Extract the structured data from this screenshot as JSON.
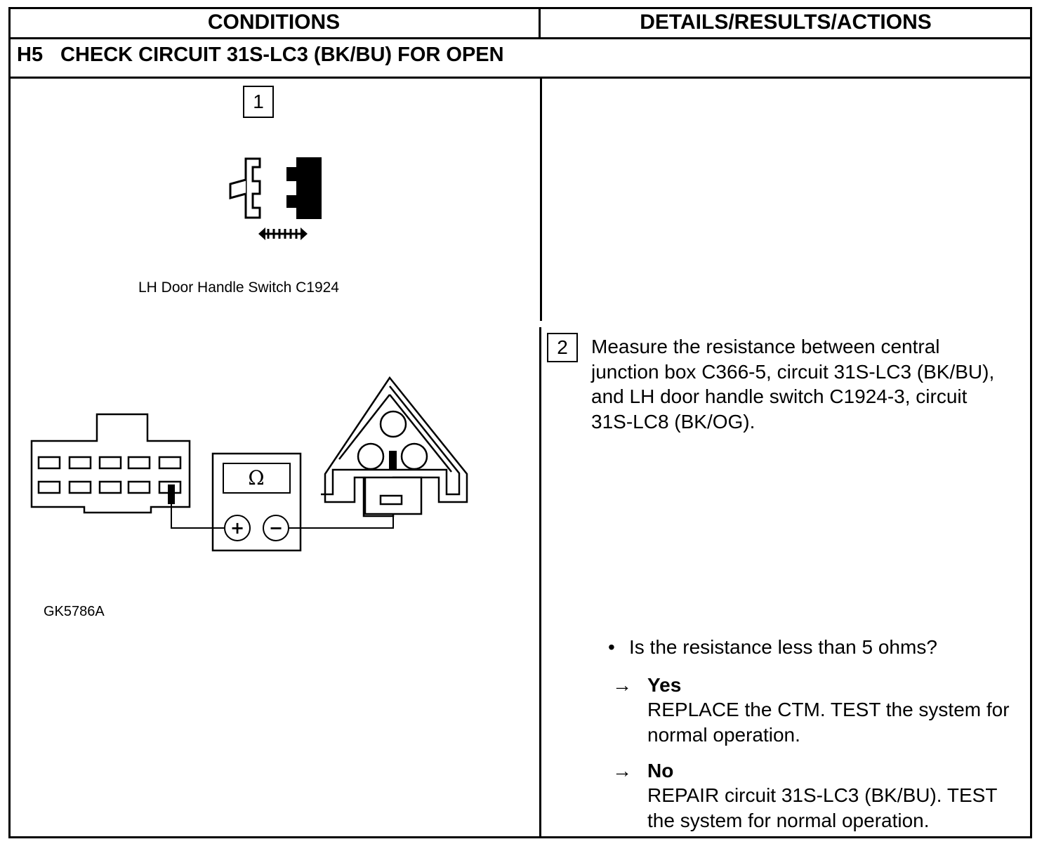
{
  "table": {
    "header_left": "CONDITIONS",
    "header_right": "DETAILS/RESULTS/ACTIONS"
  },
  "step": {
    "number": "H5",
    "title": "CHECK CIRCUIT 31S-LC3 (BK/BU) FOR OPEN"
  },
  "substep1": {
    "number": "1",
    "caption": "LH Door Handle Switch C1924"
  },
  "substep2": {
    "number": "2",
    "instruction": "Measure the resistance between central junction box C366-5, circuit 31S-LC3 (BK/BU), and LH door handle switch C1924-3, circuit 31S-LC8 (BK/OG).",
    "figure_id": "GK5786A",
    "meter_symbol": "Ω",
    "plus_symbol": "+",
    "minus_symbol": "−",
    "question": "Is the resistance less than 5 ohms?",
    "yes_label": "Yes",
    "yes_text": "REPLACE the CTM. TEST the system for normal operation.",
    "no_label": "No",
    "no_text": "REPAIR circuit 31S-LC3 (BK/BU). TEST the system for normal operation."
  },
  "icons": {
    "bullet": "•",
    "arrow": "→"
  }
}
